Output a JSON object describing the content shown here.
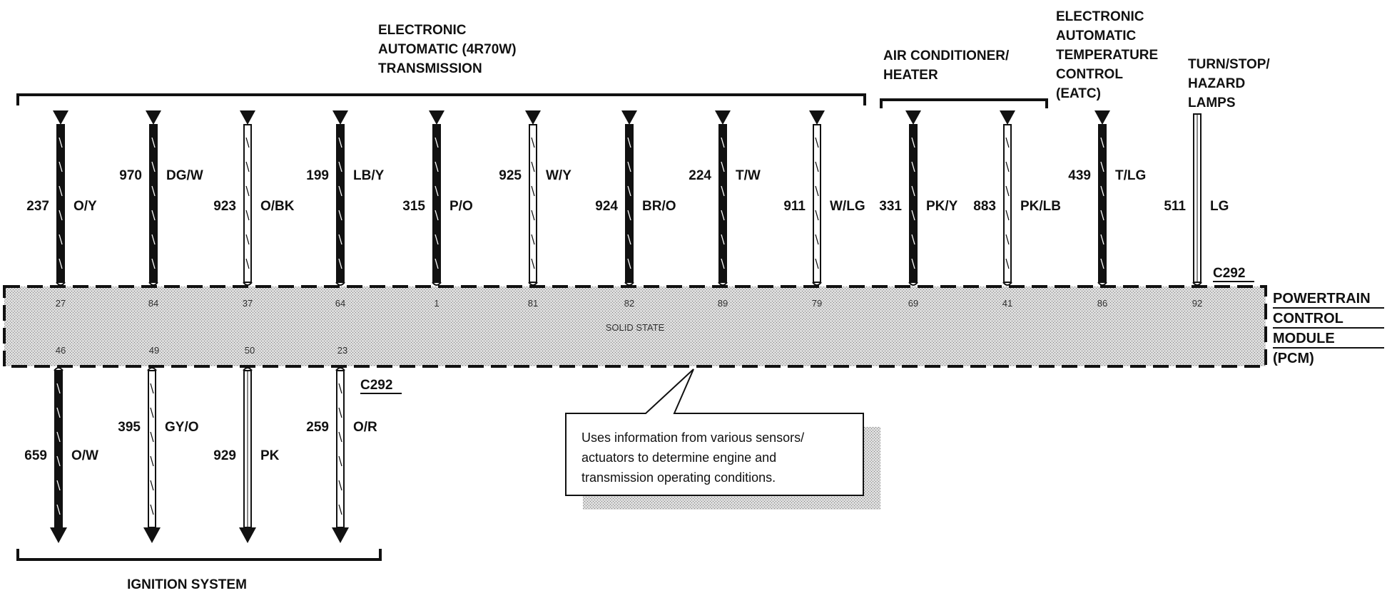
{
  "groups": [
    {
      "id": "trans",
      "lines": [
        "ELECTRONIC",
        "AUTOMATIC (4R70W)",
        "TRANSMISSION"
      ]
    },
    {
      "id": "ac",
      "lines": [
        "AIR CONDITIONER/",
        "HEATER"
      ]
    },
    {
      "id": "eatc",
      "lines": [
        "ELECTRONIC",
        "AUTOMATIC",
        "TEMPERATURE",
        "CONTROL",
        "(EATC)"
      ]
    },
    {
      "id": "turn",
      "lines": [
        "TURN/STOP/",
        "HAZARD",
        "LAMPS"
      ]
    },
    {
      "id": "ign",
      "lines": [
        "IGNITION SYSTEM"
      ]
    }
  ],
  "top_wires": [
    {
      "circuit": "237",
      "color": "O/Y",
      "pin": "27",
      "style": "dark"
    },
    {
      "circuit": "970",
      "color": "DG/W",
      "pin": "84",
      "style": "dark"
    },
    {
      "circuit": "923",
      "color": "O/BK",
      "pin": "37",
      "style": "light"
    },
    {
      "circuit": "199",
      "color": "LB/Y",
      "pin": "64",
      "style": "dark"
    },
    {
      "circuit": "315",
      "color": "P/O",
      "pin": "1",
      "style": "dark"
    },
    {
      "circuit": "925",
      "color": "W/Y",
      "pin": "81",
      "style": "light"
    },
    {
      "circuit": "924",
      "color": "BR/O",
      "pin": "82",
      "style": "dark"
    },
    {
      "circuit": "224",
      "color": "T/W",
      "pin": "89",
      "style": "dark"
    },
    {
      "circuit": "911",
      "color": "W/LG",
      "pin": "79",
      "style": "light"
    },
    {
      "circuit": "331",
      "color": "PK/Y",
      "pin": "69",
      "style": "dark"
    },
    {
      "circuit": "883",
      "color": "PK/LB",
      "pin": "41",
      "style": "light"
    },
    {
      "circuit": "439",
      "color": "T/LG",
      "pin": "86",
      "style": "dark"
    },
    {
      "circuit": "511",
      "color": "LG",
      "pin": "92",
      "style": "plain"
    }
  ],
  "bottom_wires": [
    {
      "circuit": "659",
      "color": "O/W",
      "pin": "46",
      "style": "dark"
    },
    {
      "circuit": "395",
      "color": "GY/O",
      "pin": "49",
      "style": "light"
    },
    {
      "circuit": "929",
      "color": "PK",
      "pin": "50",
      "style": "plain"
    },
    {
      "circuit": "259",
      "color": "O/R",
      "pin": "23",
      "style": "light"
    }
  ],
  "connector_top": "C292",
  "connector_bottom": "C292",
  "module": {
    "inner_label": "SOLID STATE",
    "name_lines": [
      "POWERTRAIN",
      "CONTROL",
      "MODULE",
      "(PCM)"
    ]
  },
  "callout": {
    "lines": [
      "Uses information from various sensors/",
      "actuators to determine engine and",
      "transmission operating conditions."
    ]
  }
}
